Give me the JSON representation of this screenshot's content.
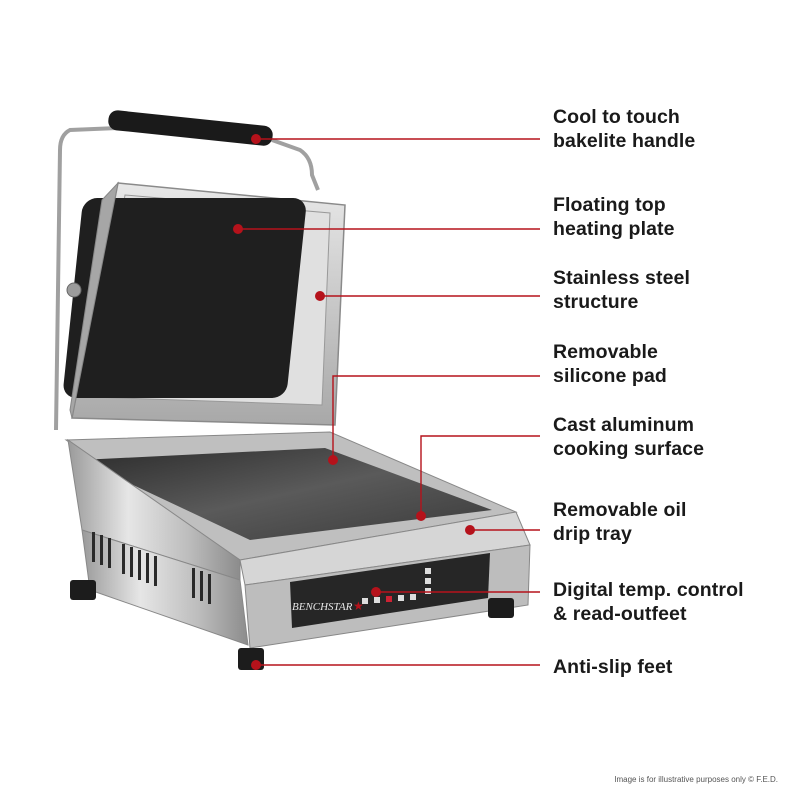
{
  "brand": {
    "logo_text": "BENCHSTAR",
    "accent": "#b5121b"
  },
  "callouts": [
    {
      "id": "handle",
      "lines": [
        "Cool to touch",
        "bakelite handle"
      ]
    },
    {
      "id": "top-plate",
      "lines": [
        "Floating top",
        "heating plate"
      ]
    },
    {
      "id": "structure",
      "lines": [
        "Stainless steel",
        "structure"
      ]
    },
    {
      "id": "silicone-pad",
      "lines": [
        "Removable",
        "silicone pad"
      ]
    },
    {
      "id": "cooking-surface",
      "lines": [
        "Cast aluminum",
        "cooking surface"
      ]
    },
    {
      "id": "drip-tray",
      "lines": [
        "Removable oil",
        "drip tray"
      ]
    },
    {
      "id": "digital-control",
      "lines": [
        "Digital temp. control",
        "& read-outfeet"
      ]
    },
    {
      "id": "feet",
      "lines": [
        "Anti-slip feet"
      ]
    }
  ],
  "footnote": "Image is for illustrative purposes only  © F.E.D.",
  "colors": {
    "callout_line": "#b5121b",
    "text": "#1a1a1a",
    "steel": "#c9c9c9",
    "plate": "#1f1f1f"
  }
}
